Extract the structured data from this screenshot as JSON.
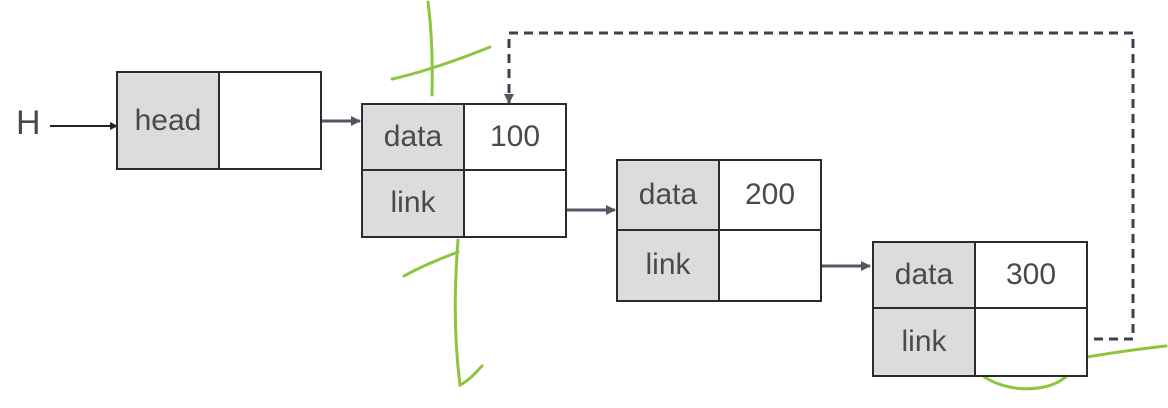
{
  "pointer": {
    "label": "H"
  },
  "head_node": {
    "label": "head",
    "value": ""
  },
  "nodes": [
    {
      "data_label": "data",
      "data_value": "100",
      "link_label": "link",
      "link_value": ""
    },
    {
      "data_label": "data",
      "data_value": "200",
      "link_label": "link",
      "link_value": ""
    },
    {
      "data_label": "data",
      "data_value": "300",
      "link_label": "link",
      "link_value": ""
    }
  ],
  "colors": {
    "label_fill": "#dcdcdc",
    "border": "#2b2b2b",
    "arrow": "#555566",
    "annotation": "#8cc63f"
  }
}
